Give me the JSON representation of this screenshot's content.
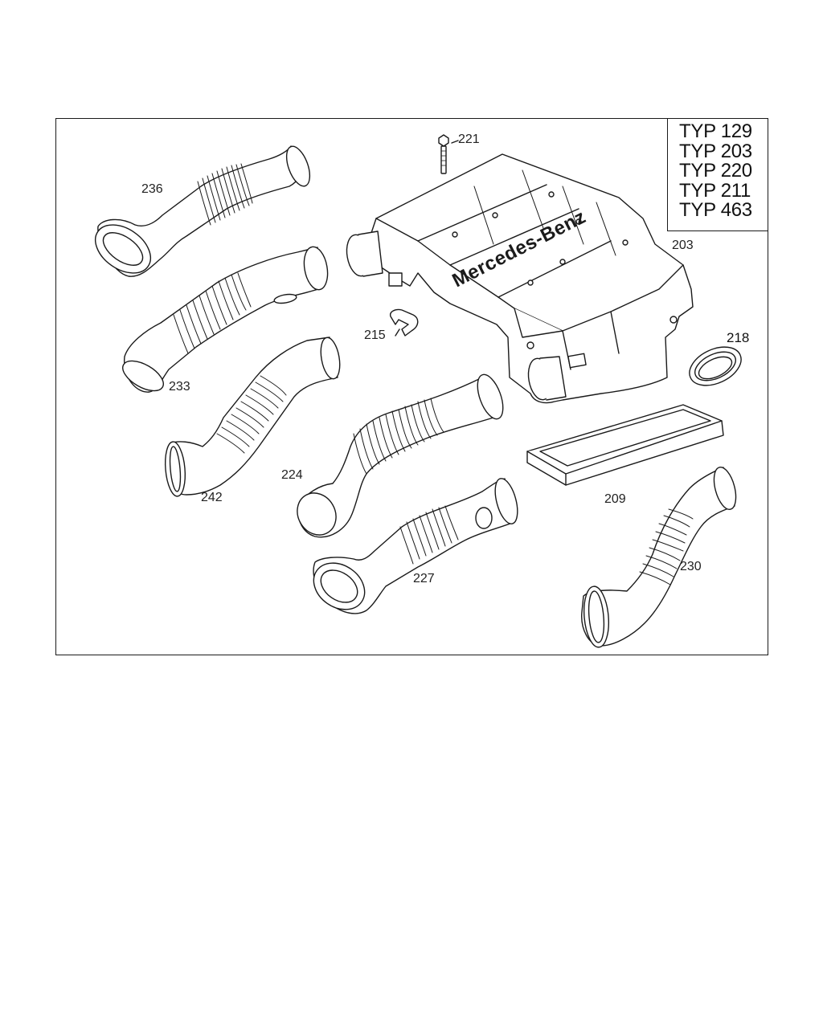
{
  "type_models": [
    "TYP 129",
    "TYP 203",
    "TYP 220",
    "TYP 211",
    "TYP 463"
  ],
  "housing_brand": "Mercedes-Benz",
  "part_labels": {
    "p221": "221",
    "p236": "236",
    "p203": "203",
    "p215": "215",
    "p218": "218",
    "p233": "233",
    "p224": "224",
    "p209": "209",
    "p242": "242",
    "p227": "227",
    "p230": "230"
  },
  "colors": {
    "line": "#1a1a1a",
    "fill": "#ffffff"
  }
}
